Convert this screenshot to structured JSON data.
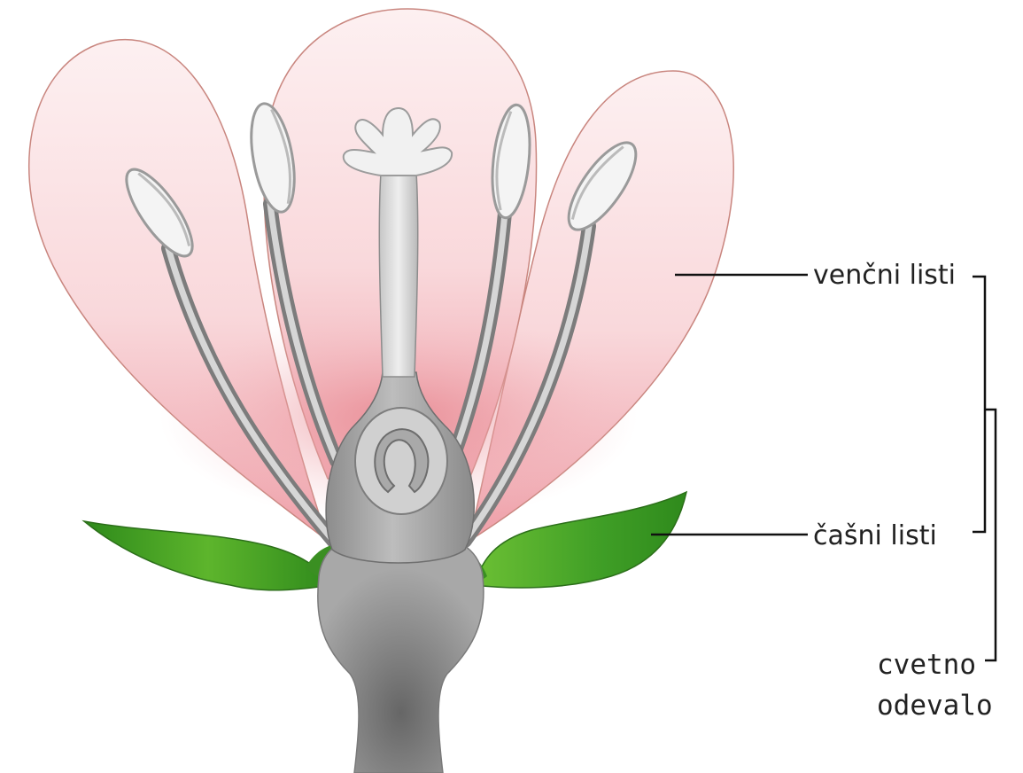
{
  "labels": {
    "petals": "venčni listi",
    "sepals": "čašni listi",
    "perianth_line1": "cvetno",
    "perianth_line2": "odevalo"
  },
  "colors": {
    "petal": "#f6c8cc",
    "petal_dark": "#e59aa2",
    "sepal": "#3f9e26",
    "pistil": "#9a9a9a",
    "leader": "#111111"
  }
}
